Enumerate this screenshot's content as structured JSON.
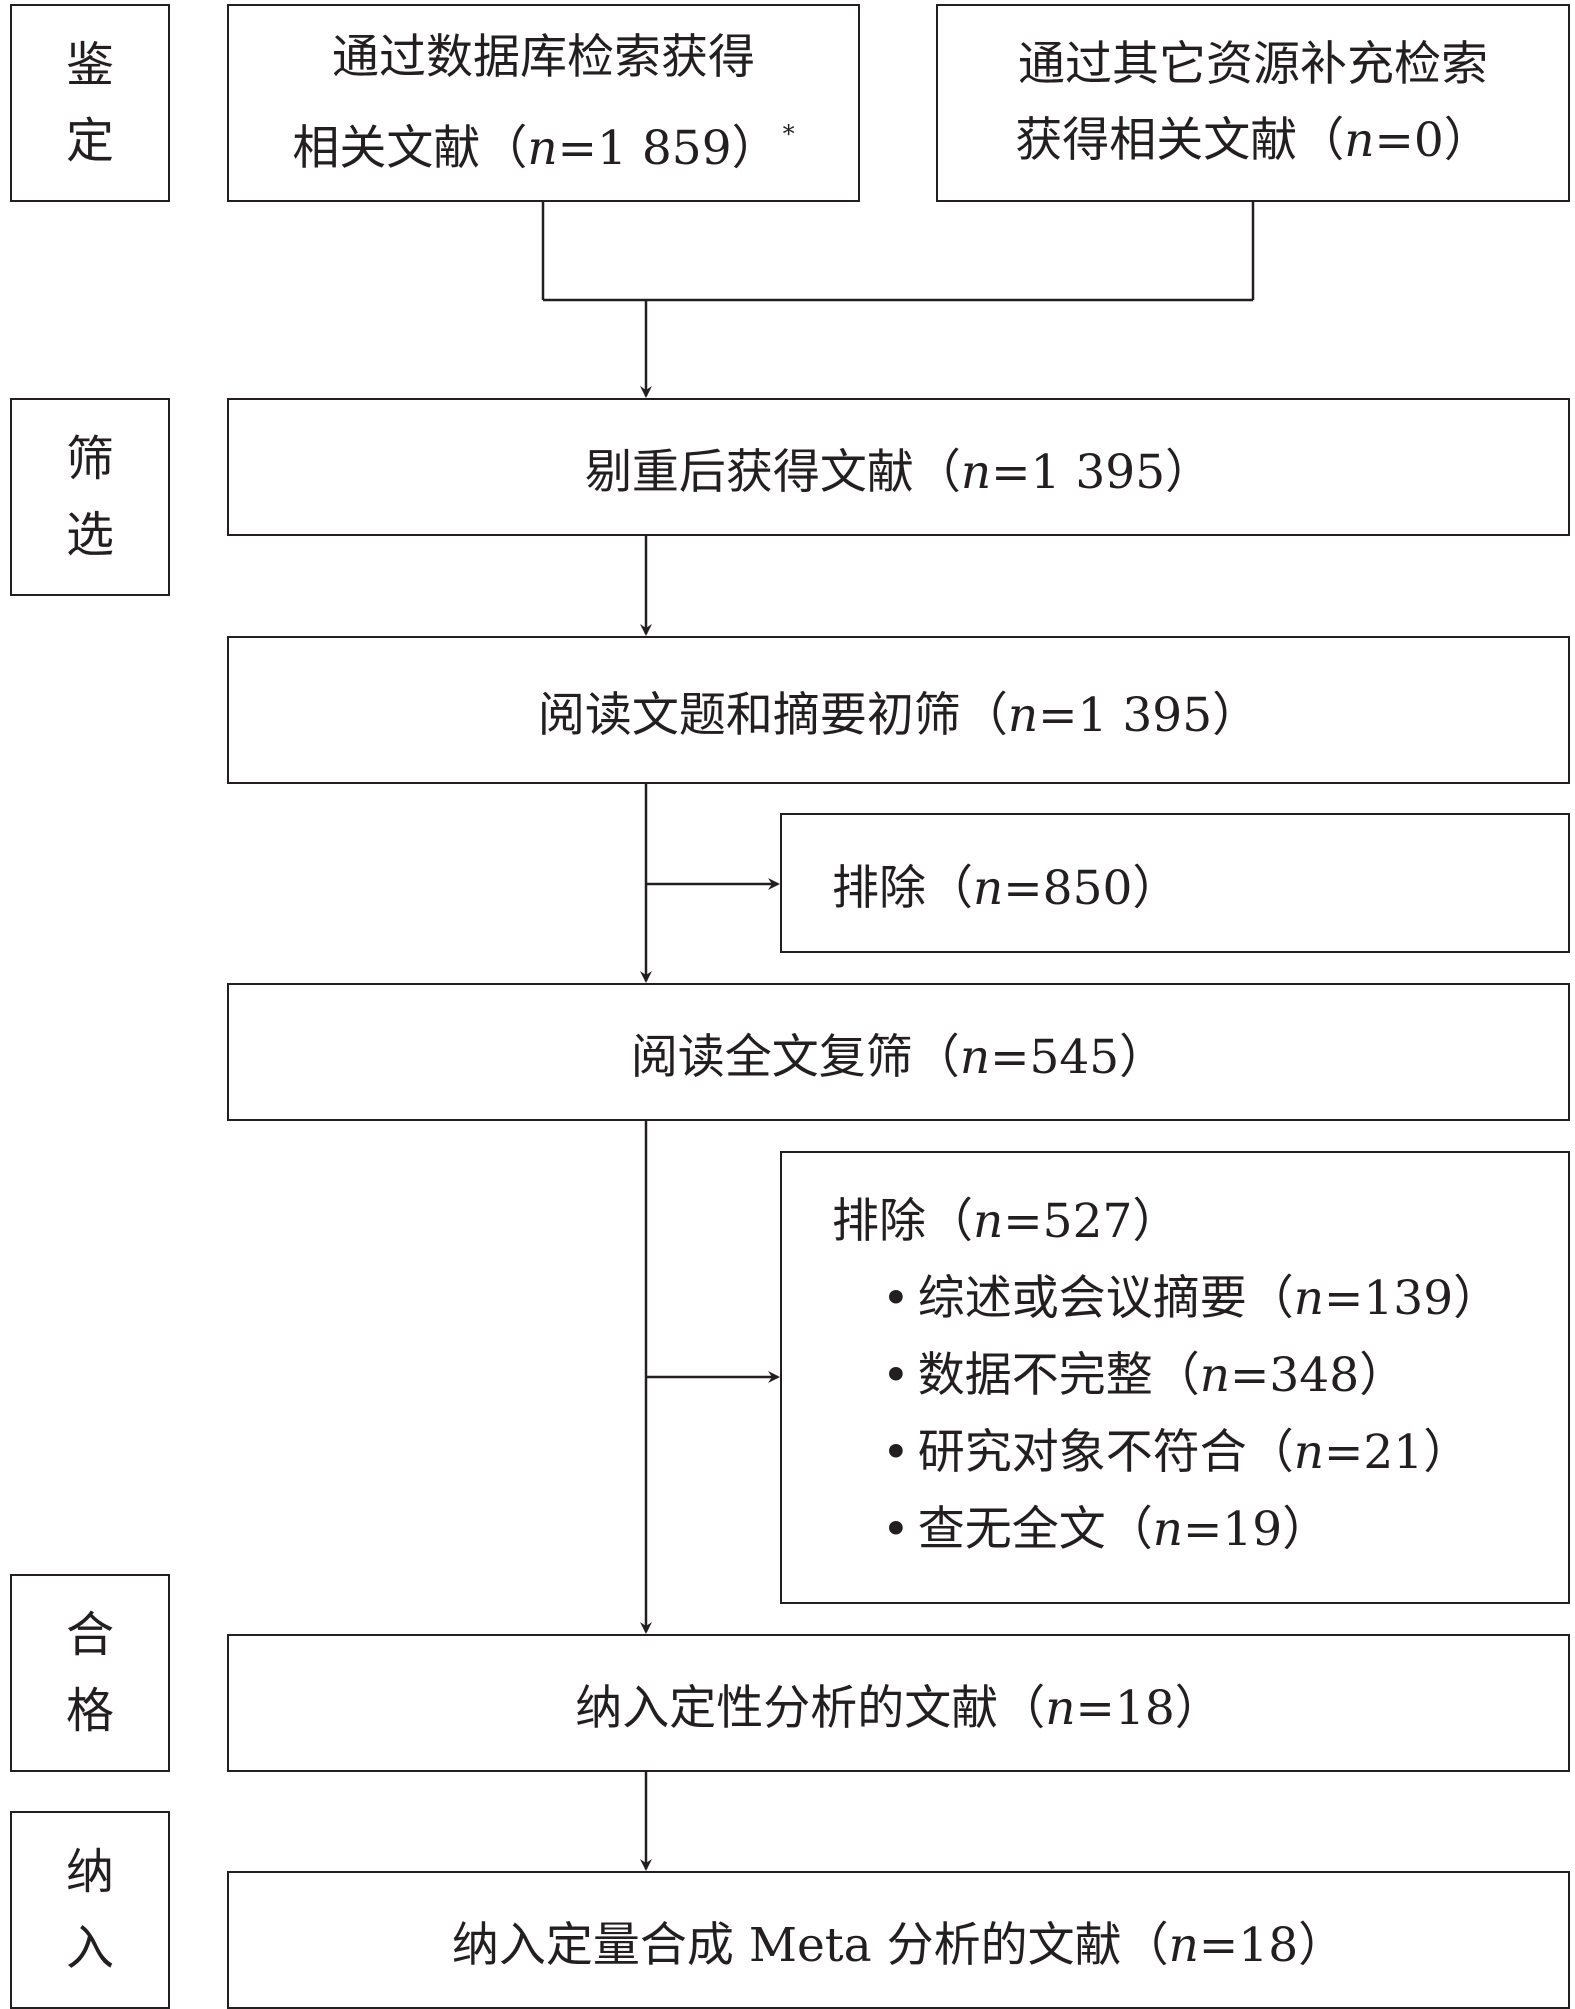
{
  "stages": [
    {
      "id": "identification",
      "chars": [
        "鉴",
        "定"
      ]
    },
    {
      "id": "screening",
      "chars": [
        "筛",
        "选"
      ]
    },
    {
      "id": "eligibility",
      "chars": [
        "合",
        "格"
      ]
    },
    {
      "id": "included",
      "chars": [
        "纳",
        "入"
      ]
    }
  ],
  "boxes": {
    "database": {
      "line1": "通过数据库检索获得",
      "line2_text": "相关文献（",
      "n_symbol": "n",
      "n_value": "=1 859）",
      "footnote": "*",
      "count": 1859
    },
    "other_sources": {
      "line1": "通过其它资源补充检索",
      "line2_text": "获得相关文献（",
      "n_symbol": "n",
      "n_value": "=0）",
      "count": 0
    },
    "deduplicated": {
      "text": "剔重后获得文献（",
      "n_symbol": "n",
      "n_value": "=1 395）",
      "count": 1395
    },
    "title_abstract": {
      "text": "阅读文题和摘要初筛（",
      "n_symbol": "n",
      "n_value": "=1 395）",
      "count": 1395
    },
    "excluded_1": {
      "text": "排除（",
      "n_symbol": "n",
      "n_value": "=850）",
      "count": 850
    },
    "full_text": {
      "text": "阅读全文复筛（",
      "n_symbol": "n",
      "n_value": "=545）",
      "count": 545
    },
    "excluded_2": {
      "text": "排除（",
      "n_symbol": "n",
      "n_value": "=527）",
      "count": 527,
      "reasons": [
        {
          "text": "综述或会议摘要（",
          "n_symbol": "n",
          "n_value": "=139）",
          "count": 139
        },
        {
          "text": "数据不完整（",
          "n_symbol": "n",
          "n_value": "=348）",
          "count": 348
        },
        {
          "text": "研究对象不符合（",
          "n_symbol": "n",
          "n_value": "=21）",
          "count": 21
        },
        {
          "text": "查无全文（",
          "n_symbol": "n",
          "n_value": "=19）",
          "count": 19
        }
      ]
    },
    "qualitative": {
      "text": "纳入定性分析的文献（",
      "n_symbol": "n",
      "n_value": "=18）",
      "count": 18
    },
    "quantitative": {
      "text": "纳入定量合成 Meta 分析的文献（",
      "n_symbol": "n",
      "n_value": "=18）",
      "count": 18
    }
  }
}
